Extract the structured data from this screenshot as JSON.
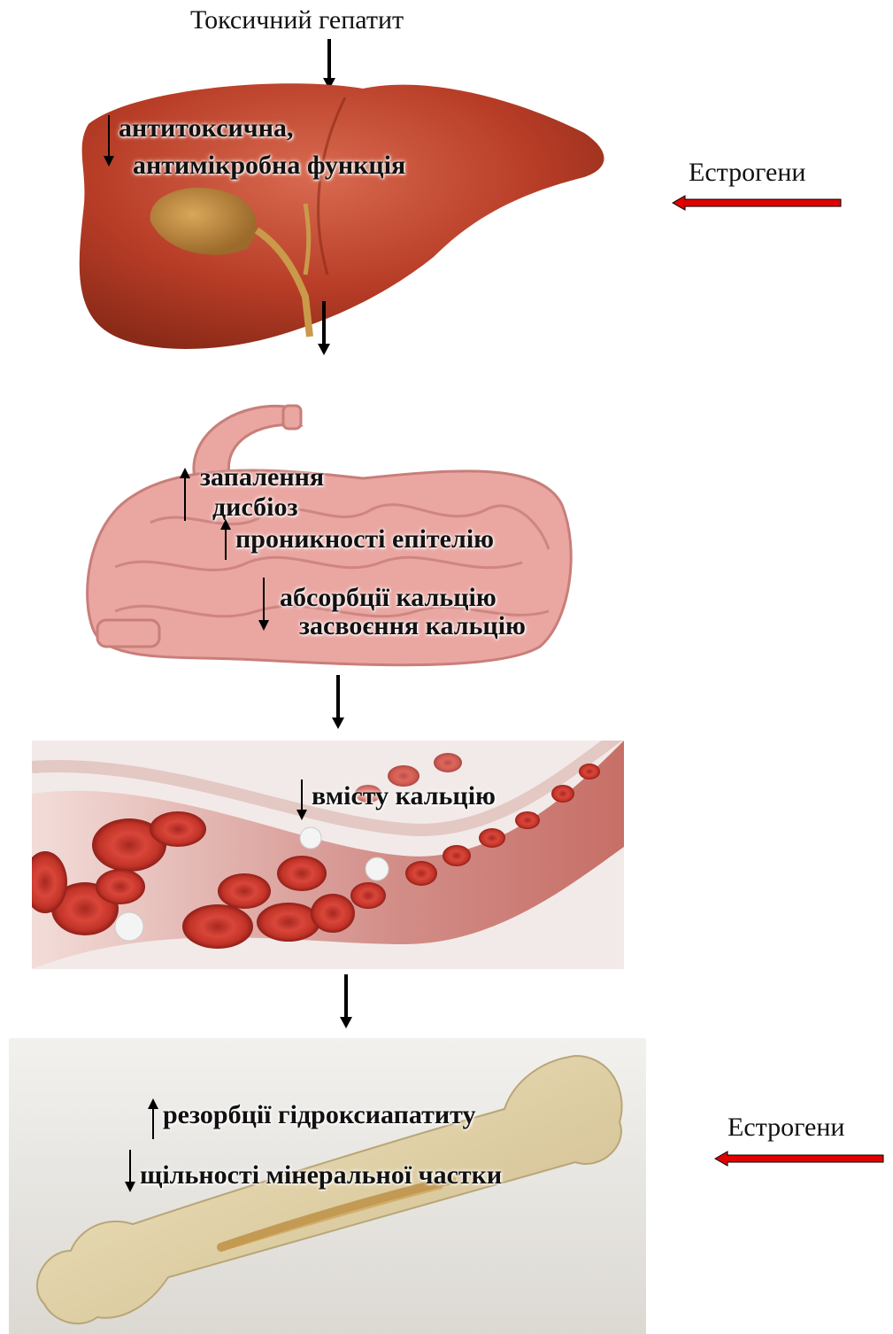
{
  "title": "Токсичний гепатит",
  "liver": {
    "line1": "антитоксична,",
    "line2": "антимікробна функція"
  },
  "intestine": {
    "line1": "запалення",
    "line2": "дисбіоз",
    "line3": "проникності епітелію",
    "line4": "абсорбції кальцію",
    "line5": "засвоєння кальцію"
  },
  "blood": {
    "line1": "вмісту кальцію"
  },
  "bone": {
    "line1": "резорбції гідроксиапатиту",
    "line2": "щільності мінеральної частки"
  },
  "estrogen_top": "Естрогени",
  "estrogen_bottom": "Естрогени",
  "colors": {
    "estrogen_arrow": "#e00000",
    "liver": "#c0402b",
    "intestine": "#e9a3a0",
    "blood": "#c8352d",
    "bone": "#e6d9b0"
  }
}
